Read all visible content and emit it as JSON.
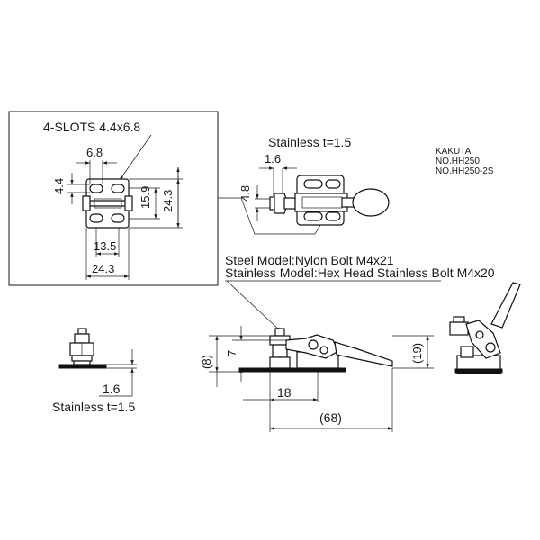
{
  "detail_box": {
    "title": "4-SLOTS 4.4x6.8",
    "dims": {
      "d_6_8": "6.8",
      "d_4_4": "4.4",
      "d_15_9": "15.9",
      "d_24_3_v": "24.3",
      "d_13_5": "13.5",
      "d_24_3_h": "24.3"
    }
  },
  "top_view": {
    "material_note": "Stainless t=1.5",
    "d_1_6": "1.6",
    "d_4_8": "4.8"
  },
  "product_label": {
    "line1": "KAKUTA",
    "line2": "NO.HH250",
    "line3": "NO.HH250-2S"
  },
  "bolt_notes": {
    "steel": "Steel Model:Nylon Bolt M4x21",
    "stainless": "Stainless Model:Hex Head Stainless Bolt M4x20"
  },
  "end_view": {
    "d_1_6": "1.6",
    "material_note": "Stainless t=1.5"
  },
  "side_view": {
    "d_8": "(8)",
    "d_7": "7",
    "d_19": "(19)",
    "d_18": "18",
    "d_68": "(68)"
  }
}
